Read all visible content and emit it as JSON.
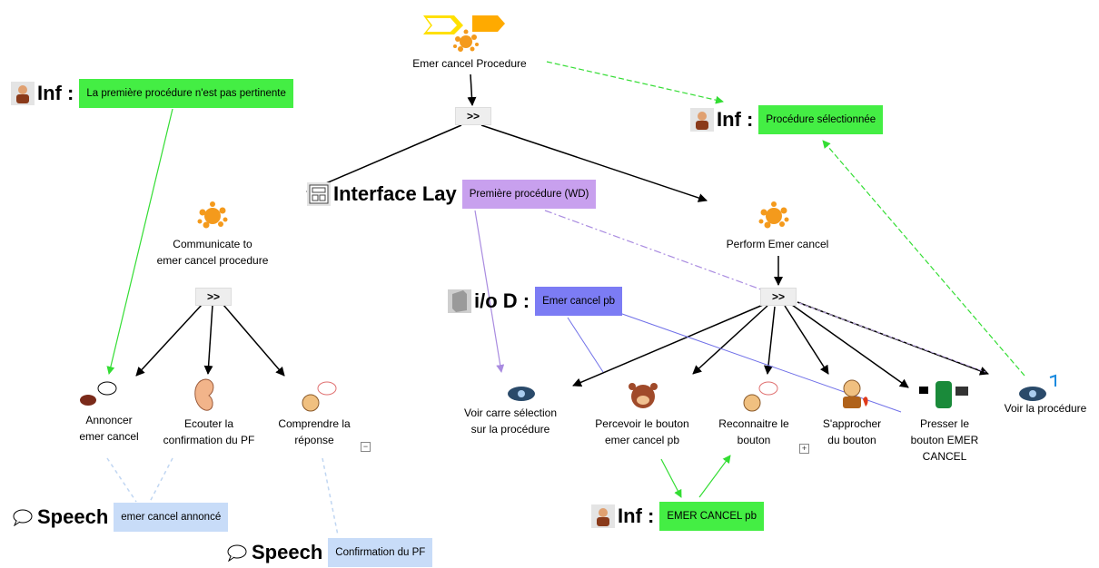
{
  "root_task": {
    "label": "Emer cancel Procedure"
  },
  "operators": {
    "top": ">>",
    "left": ">>",
    "right": ">>"
  },
  "interface_object": {
    "kind": "Interface Lay",
    "value": "Première procédure (WD)"
  },
  "info_objects": {
    "top_left": {
      "kind": "Inf :",
      "value": "La première procédure n'est pas pertinente"
    },
    "top_right": {
      "kind": "Inf :",
      "value": "Procédure sélectionnée"
    },
    "bottom": {
      "kind": "Inf :",
      "value": "EMER CANCEL pb"
    }
  },
  "device_object": {
    "kind": "i/o D :",
    "value": "Emer cancel pb"
  },
  "speech_objects": {
    "first": {
      "kind": "Speech",
      "value": "emer cancel annoncé"
    },
    "second": {
      "kind": "Speech",
      "value": "Confirmation du PF"
    }
  },
  "sub_tasks": {
    "communicate": "Communicate to\nemer cancel procedure",
    "perform": "Perform Emer cancel"
  },
  "leaf_tasks": {
    "annoncer": "Annoncer\nemer cancel",
    "ecouter": "Ecouter la\nconfirmation du PF",
    "comprendre": "Comprendre la\nréponse",
    "voir_carre": "Voir carre sélection\nsur la procédure",
    "percevoir": "Percevoir le bouton\nemer cancel pb",
    "reconnaitre": "Reconnaitre le\nbouton",
    "approcher": "S'approcher\ndu bouton",
    "presser": "Presser le\nbouton EMER\nCANCEL",
    "voir_procedure": "Voir la procédure"
  },
  "collapse_markers": {
    "minus": "−",
    "plus": "+"
  },
  "icons": {
    "root": "interactive-task-icon",
    "splash": "abstract-task-icon",
    "ear": "ear-icon",
    "thought": "thought-bubble-icon",
    "eye": "eye-icon",
    "monkey": "perceptive-task-icon",
    "person": "user-icon",
    "speech": "speech-bubble-icon",
    "interface": "interface-layout-icon",
    "device": "device-icon"
  },
  "colors": {
    "green_value": "#44ee44",
    "purple_value": "#c8a0ee",
    "blue_value": "#7c7cf4",
    "lightblue_value": "#c8dcf8",
    "splash": "#f49a1c"
  }
}
